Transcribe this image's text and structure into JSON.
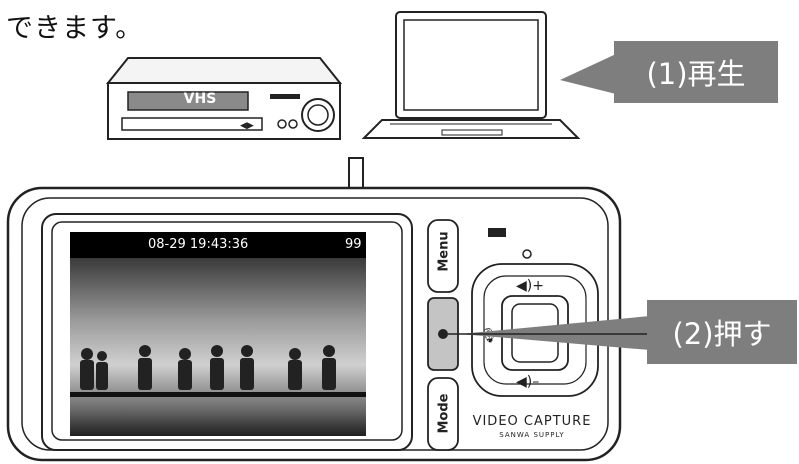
{
  "intro_text": "できます。",
  "vcr": {
    "label": "VHS"
  },
  "callouts": {
    "play": "(1)再生",
    "press": "(2)押す"
  },
  "device": {
    "status_time": "08-29  19:43:36",
    "status_battery": "99",
    "menu_label": "Menu",
    "mode_label": "Mode",
    "brand_line1": "VIDEO CAPTURE",
    "brand_line2": "SANWA SUPPLY"
  }
}
